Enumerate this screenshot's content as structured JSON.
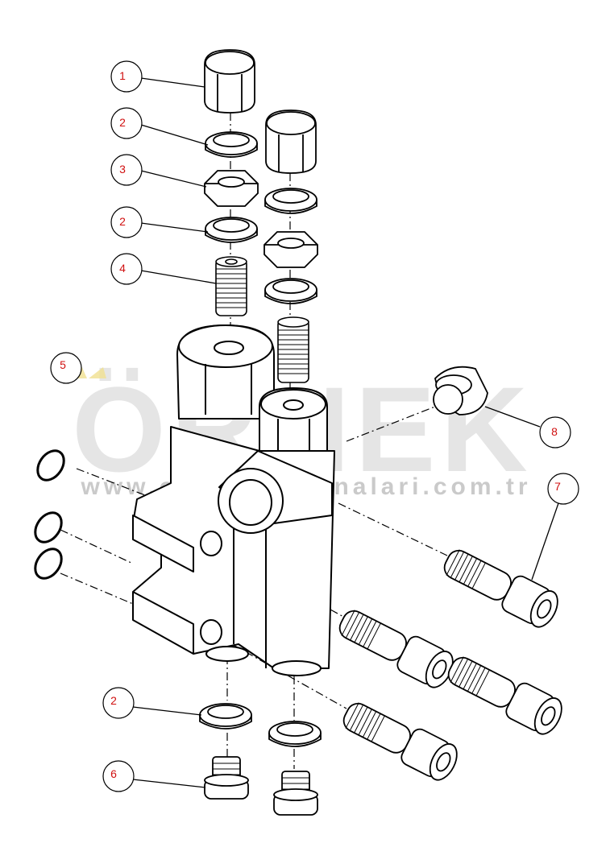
{
  "callouts": [
    {
      "id": "c1",
      "label": "1"
    },
    {
      "id": "c2a",
      "label": "2"
    },
    {
      "id": "c3",
      "label": "3"
    },
    {
      "id": "c2b",
      "label": "2"
    },
    {
      "id": "c4",
      "label": "4"
    },
    {
      "id": "c5",
      "label": "5"
    },
    {
      "id": "c8",
      "label": "8"
    },
    {
      "id": "c7",
      "label": "7"
    },
    {
      "id": "c2c",
      "label": "2"
    },
    {
      "id": "c6",
      "label": "6"
    }
  ],
  "watermark": {
    "brand": "ÖRNEK",
    "url": "www.orneksmakinalari.com.tr"
  },
  "colors": {
    "line": "#000000",
    "callout_number": "#d01010",
    "watermark": "#c8c8c8",
    "watermark_accent": "#f0e090"
  }
}
